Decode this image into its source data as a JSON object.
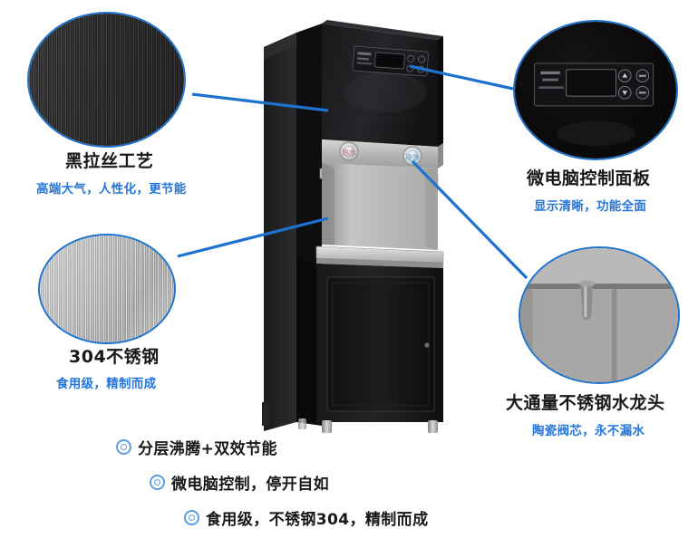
{
  "page": {
    "type": "product-infographic",
    "background": "#ffffff",
    "accent_blue": "#1d72cf",
    "subtitle_blue": "#2576da",
    "title_color": "#181818"
  },
  "product": {
    "name": "water-dispenser",
    "alt": "立式黑拉丝不锈钢饮水机",
    "parts": {
      "control_panel": "control-panel",
      "hot_knob_color": "#c96a6a",
      "cold_knob_color": "#7fb6d8",
      "cabinet": "lower-cabinet",
      "feet": "chrome-feet"
    }
  },
  "callouts": [
    {
      "id": "brushed-black",
      "title": "黑拉丝工艺",
      "subtitle": "高端大气，人性化，更节能",
      "swatch": "black-brushed-metal"
    },
    {
      "id": "stainless-304",
      "title": "304不锈钢",
      "subtitle": "食用级，精制而成",
      "swatch": "silver-brushed-stainless"
    },
    {
      "id": "control-panel",
      "title": "微电脑控制面板",
      "subtitle": "显示清晰，功能全面",
      "swatch": "control-panel-closeup"
    },
    {
      "id": "faucet",
      "title": "大通量不锈钢水龙头",
      "subtitle": "陶瓷阀芯，永不漏水",
      "swatch": "faucet-closeup"
    }
  ],
  "features": [
    {
      "icon": "double-circle-bullet",
      "text": "分层沸腾+双效节能"
    },
    {
      "icon": "double-circle-bullet",
      "text": "微电脑控制，停开自如"
    },
    {
      "icon": "double-circle-bullet",
      "text": "食用级，不锈钢304，精制而成"
    }
  ]
}
